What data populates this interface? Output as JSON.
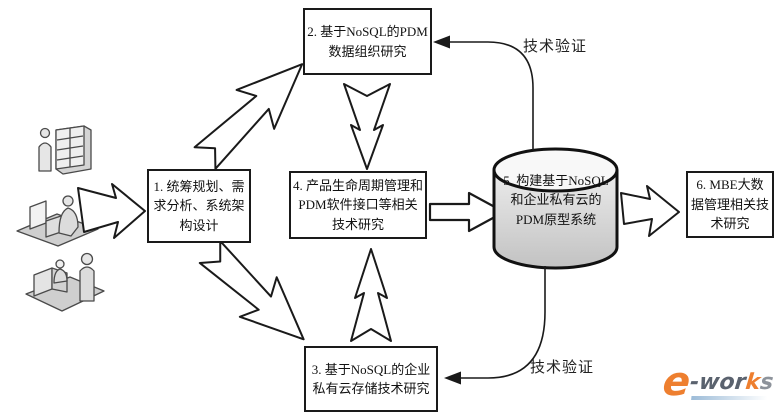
{
  "boxes": {
    "b1": {
      "label": "1. 统筹规划、需求分析、系统架构设计"
    },
    "b2": {
      "label": "2. 基于NoSQL的PDM数据组织研究"
    },
    "b3": {
      "label": "3. 基于NoSQL的企业私有云存储技术研究"
    },
    "b4": {
      "label": "4. 产品生命周期管理和PDM软件接口等相关技术研究"
    },
    "b5": {
      "label": "5. 构建基于NoSQL和企业私有云的PDM原型系统"
    },
    "b6": {
      "label": "6. MBE大数据管理相关技术研究"
    }
  },
  "annotations": {
    "tech_verification_top": "技术验证",
    "tech_verification_bottom": "技术验证"
  },
  "icons": {
    "top": "person-with-server-rack",
    "middle": "person-at-workstation",
    "bottom": "people-at-service-counter"
  },
  "logo": {
    "e": "e",
    "wor": "-wor",
    "k": "k",
    "s": "s"
  },
  "colors": {
    "box_border": "#1a1a1a",
    "cylinder_fill_top": "#f8f8f8",
    "cylinder_fill_body": "#cfcfcf",
    "logo_orange": "#ee7f2f",
    "logo_slate": "#5a626e",
    "logo_gray": "#8d939b",
    "logo_bar_blue": "#9dbcd8"
  }
}
